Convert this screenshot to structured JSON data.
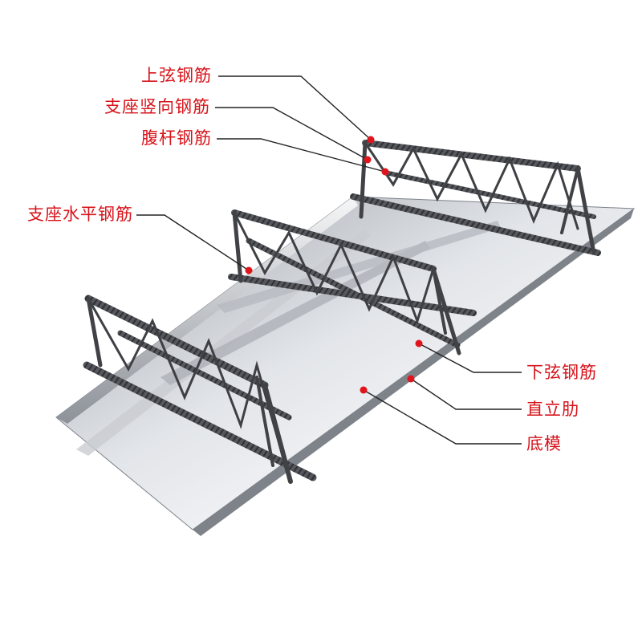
{
  "labels": {
    "top_chord": "上弦钢筋",
    "support_vertical": "支座竖向钢筋",
    "web": "腹杆钢筋",
    "support_horizontal": "支座水平钢筋",
    "bottom_chord": "下弦钢筋",
    "rib": "直立肋",
    "base_deck": "底模"
  },
  "colors": {
    "label_text": "#d7131a",
    "marker": "#e0141c",
    "leader_line": "#222222",
    "deck_light": "#e4e6ea",
    "deck_dark": "#8b8f96",
    "rebar": "#4a4c50"
  }
}
